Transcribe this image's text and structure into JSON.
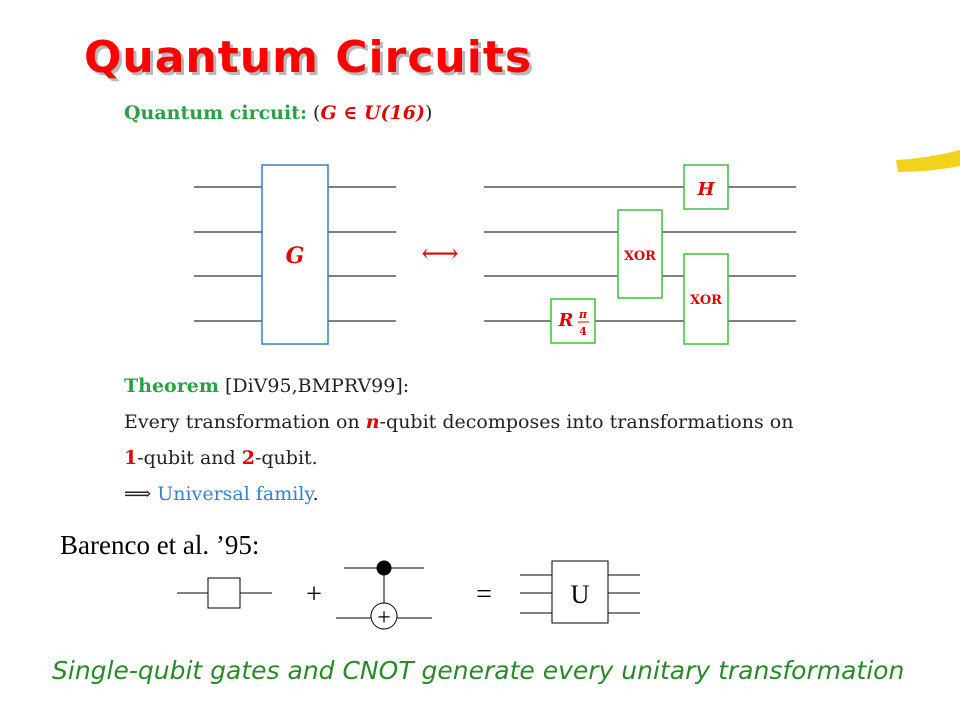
{
  "slide": {
    "title": "Quantum Circuits",
    "subtitle_label": "Quantum circuit:",
    "subtitle_open": " (",
    "subtitle_math": "G ∈ U(16)",
    "subtitle_close": ")"
  },
  "circuit": {
    "gate_g": "G",
    "equiv_symbol": "⟷",
    "gate_h": "H",
    "gate_xor_1": "XOR",
    "gate_xor_2": "XOR",
    "gate_r": "R",
    "gate_r_sub_num": "π",
    "gate_r_sub_den": "4"
  },
  "theorem": {
    "label": "Theorem",
    "citation": " [DiV95,BMPRV99]:",
    "line1_a": "Every transformation on ",
    "line1_n": "n",
    "line1_b": "-qubit decomposes into transformations on",
    "line2_one": "1",
    "line2_a": "-qubit and ",
    "line2_two": "2",
    "line2_b": "-qubit.",
    "line3_arrow": "⟹ ",
    "line3_blue": "Universal family",
    "line3_end": "."
  },
  "barenco": {
    "label": "Barenco et al. ’95:",
    "plus": "+",
    "equals": "=",
    "gate_u": "U",
    "target_symbol": "+"
  },
  "footer": {
    "text": "Single-qubit gates and CNOT generate every unitary transformation"
  },
  "colors": {
    "title": "#ff0000",
    "gate_box": "#3a7fc8",
    "gate_green": "#3fbf3f",
    "highlight": "#e00000",
    "footer": "#2a8a2a",
    "swoosh": "#f2d21b"
  }
}
